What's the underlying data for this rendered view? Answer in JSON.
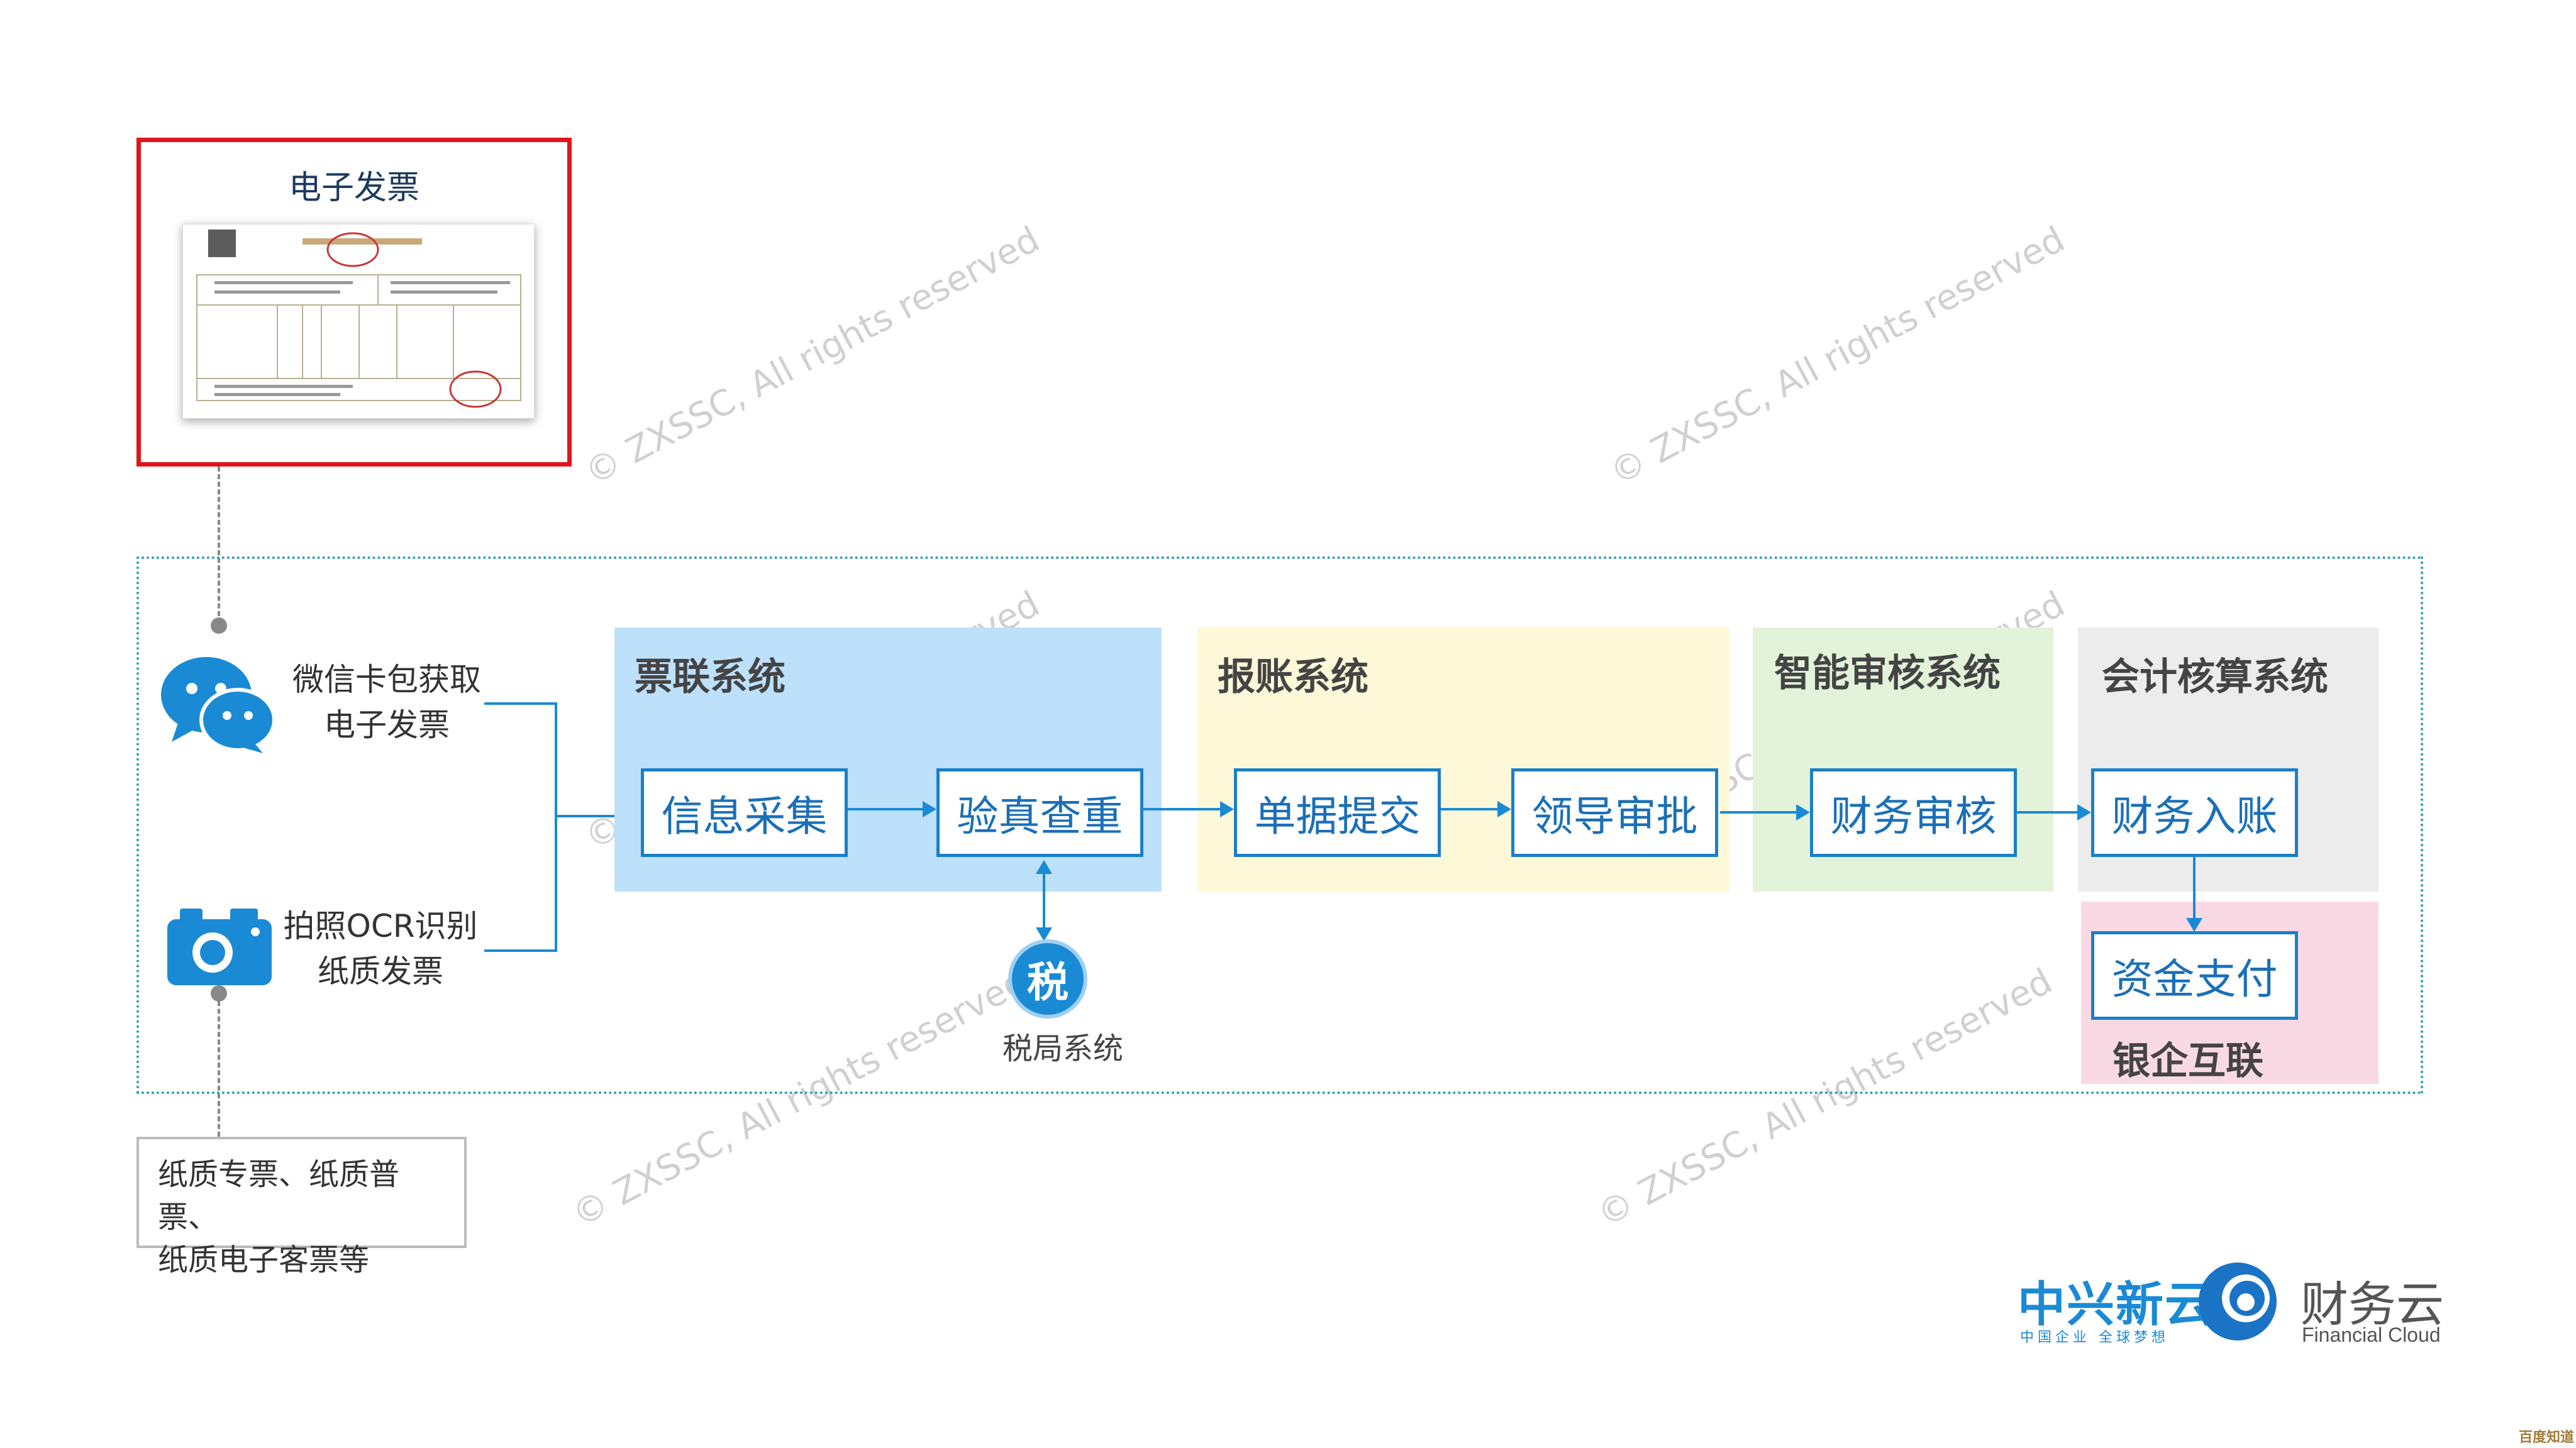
{
  "invoice_card": {
    "title": "电子发票"
  },
  "sources": {
    "wechat": {
      "line1": "微信卡包获取",
      "line2": "电子发票"
    },
    "ocr": {
      "line1": "拍照OCR识别",
      "line2": "纸质发票"
    },
    "paper_note": {
      "line1": "纸质专票、纸质普票、",
      "line2": "纸质电子客票等"
    }
  },
  "systems": [
    {
      "title": "票联系统",
      "color": "#bde0fb",
      "steps": [
        "信息采集",
        "验真查重"
      ]
    },
    {
      "title": "报账系统",
      "color": "#fdf8d8",
      "steps": [
        "单据提交",
        "领导审批"
      ]
    },
    {
      "title": "智能审核系统",
      "color": "#e2f3d9",
      "steps": [
        "财务审核"
      ]
    },
    {
      "title": "会计核算系统",
      "color": "#ececec",
      "steps": [
        "财务入账"
      ]
    },
    {
      "title": "银企互联",
      "color": "#f9d9e4",
      "steps": [
        "资金支付"
      ]
    }
  ],
  "tax": {
    "icon_char": "税",
    "label": "税局系统"
  },
  "watermark": "© ZXSSC, All rights reserved",
  "logo": {
    "brand_cn": "中兴新云",
    "slogan": "中国企业 全球梦想",
    "product_cn": "财务云",
    "product_en": "Financial Cloud"
  },
  "corner_mark": "百度知道"
}
